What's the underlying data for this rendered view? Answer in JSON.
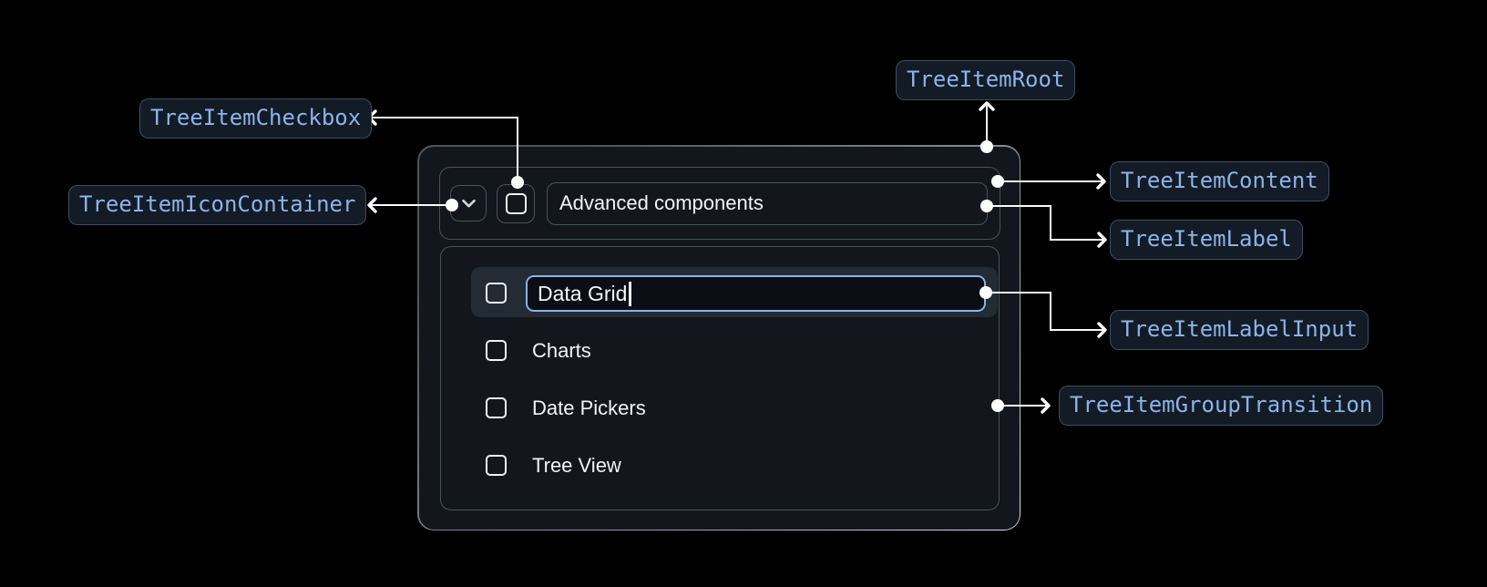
{
  "diagram": {
    "badges": {
      "checkbox": "TreeItemCheckbox",
      "icon_container": "TreeItemIconContainer",
      "root": "TreeItemRoot",
      "content": "TreeItemContent",
      "label": "TreeItemLabel",
      "label_input": "TreeItemLabelInput",
      "group_transition": "TreeItemGroupTransition"
    }
  },
  "tree": {
    "parent_item": {
      "label": "Advanced components",
      "expanded": true,
      "checked": false
    },
    "editing_item": {
      "input_value": "Data Grid",
      "checked": false
    },
    "children": [
      {
        "label": "Charts",
        "checked": false
      },
      {
        "label": "Date Pickers",
        "checked": false
      },
      {
        "label": "Tree View",
        "checked": false
      }
    ]
  },
  "colors": {
    "page_background": "#000000",
    "root_background": "#13171d",
    "box_border": "#4a525a",
    "badge_text": "#8cb4e8",
    "badge_border": "#3e4e64",
    "badge_background": "#131b26",
    "connector": "#f8fafc",
    "input_border": "#8ab2e4",
    "selected_row_background": "#232b35",
    "checkbox_color": "#f0f3f6",
    "text": "#f2f4f6"
  }
}
